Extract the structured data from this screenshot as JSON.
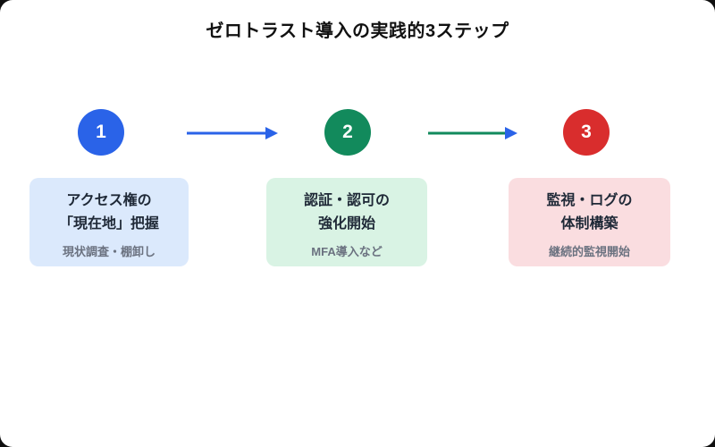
{
  "title": "ゼロトラスト導入の実践的3ステップ",
  "steps": [
    {
      "number": "1",
      "circle_color": "#2a63e8",
      "box_bg": "#dbe9fc",
      "title_lines": [
        "アクセス権の",
        "「現在地」把握"
      ],
      "subtitle": "現状調査・棚卸し"
    },
    {
      "number": "2",
      "circle_color": "#128a5c",
      "box_bg": "#d9f3e4",
      "title_lines": [
        "認証・認可の",
        "強化開始"
      ],
      "subtitle": "MFA導入など"
    },
    {
      "number": "3",
      "circle_color": "#d92d2d",
      "box_bg": "#fadde0",
      "title_lines": [
        "監視・ログの",
        "体制構築"
      ],
      "subtitle": "継続的監視開始"
    }
  ],
  "arrows": [
    {
      "line_color": "#2a63e8",
      "head_color": "#2a63e8"
    },
    {
      "line_color": "#128a5c",
      "head_color": "#2a63e8"
    }
  ],
  "colors": {
    "title_text": "#111111",
    "box_title_text": "#1f2937",
    "box_subtitle_text": "#6b7280",
    "card_bg": "#ffffff"
  }
}
